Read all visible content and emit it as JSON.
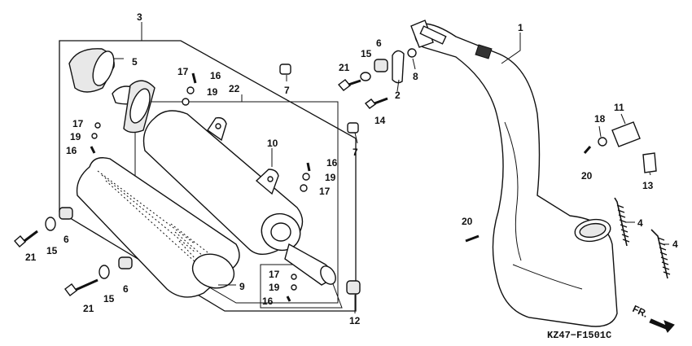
{
  "diagram_code": "KZ47−F1501C",
  "direction_label": "FR.",
  "callouts": {
    "c1": "1",
    "c2": "2",
    "c3": "3",
    "c4a": "4",
    "c4b": "4",
    "c5": "5",
    "c6a": "6",
    "c6b": "6",
    "c6c": "6",
    "c7a": "7",
    "c7b": "7",
    "c8": "8",
    "c9": "9",
    "c10": "10",
    "c11": "11",
    "c12": "12",
    "c13": "13",
    "c14": "14",
    "c15a": "15",
    "c15b": "15",
    "c15c": "15",
    "c16a": "16",
    "c16b": "16",
    "c16c": "16",
    "c16d": "16",
    "c17a": "17",
    "c17b": "17",
    "c17c": "17",
    "c17d": "17",
    "c18": "18",
    "c19a": "19",
    "c19b": "19",
    "c19c": "19",
    "c19d": "19",
    "c20a": "20",
    "c20b": "20",
    "c21a": "21",
    "c21b": "21",
    "c21c": "21",
    "c22": "22"
  }
}
